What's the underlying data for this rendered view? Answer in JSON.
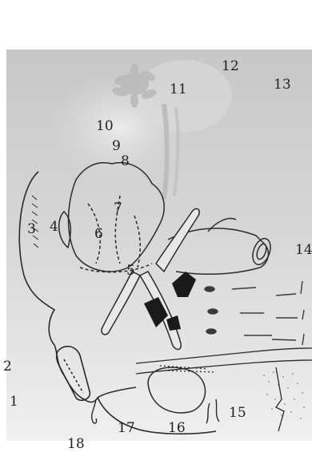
{
  "labels": {
    "l1": "1",
    "l2": "2",
    "l3": "3",
    "l4": "4",
    "l5": "5",
    "l6": "6",
    "l7": "7",
    "l8": "8",
    "l9": "9",
    "l10": "10",
    "l11": "11",
    "l12": "12",
    "l13": "13",
    "l14": "14",
    "l15": "15",
    "l16": "16",
    "l17": "17",
    "l18": "18"
  },
  "colors": {
    "ink": "#2a2a2a",
    "plate_light": "#e4e4e4",
    "plate_mid": "#c8c8c8",
    "plate_dark": "#b0b0b0",
    "shadow": "#1a1a1a"
  }
}
